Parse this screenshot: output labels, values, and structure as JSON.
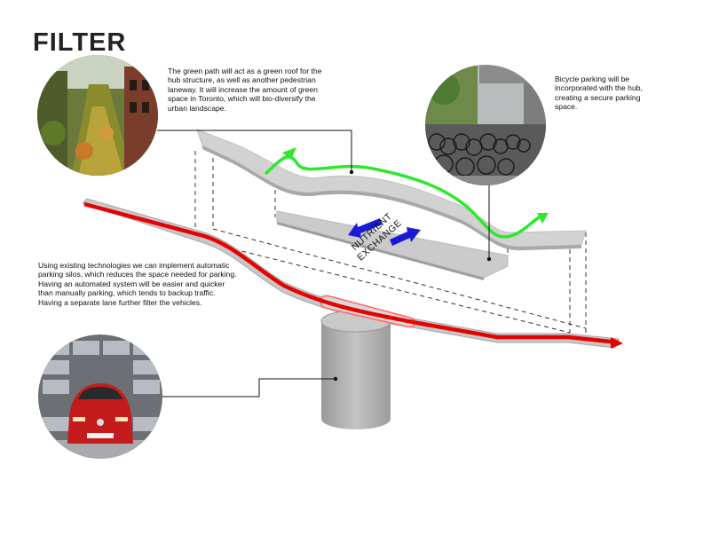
{
  "title": "FILTER",
  "notes": {
    "green_path": "The green path will act as a green roof for the hub structure, as well as another pedestrian laneway. It will increase the amount of green space in Toronto, which will bio-diversify the urban landscape.",
    "bicycle": "Bicycle parking will be incorporated with the hub, creating a secure parking space.",
    "silo": "Using existing technologies we can implement automatic parking silos, which reduces the space needed for parking. Having an automated system will be easier and quicker than manually parking, which tends to backup traffic. Having a separate lane further filter the vehicles."
  },
  "exchange_label": {
    "line1": "NUTRIENT",
    "line2": "EXCHANGE"
  },
  "colors": {
    "road": "#e60000",
    "green_path": "#2ee82e",
    "arrow": "#1a1ad6",
    "slab": "#cfcfcf",
    "silo": "#a8a8a8"
  }
}
